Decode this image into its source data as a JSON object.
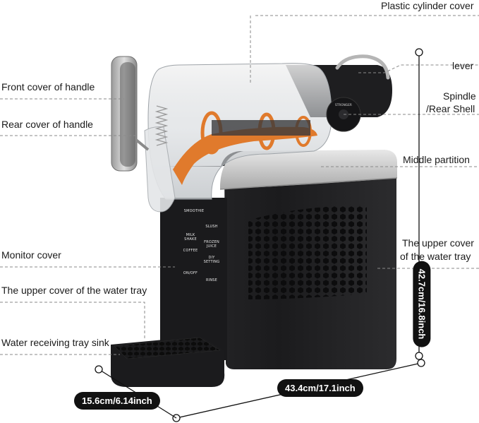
{
  "labels": {
    "plastic_cylinder_cover": "Plastic cylinder cover",
    "lever": "lever",
    "spindle_line1": "Spindle",
    "spindle_line2": "/Rear Shell",
    "front_cover_handle": "Front cover of handle",
    "rear_cover_handle": "Rear cover of handle",
    "middle_partition": "Middle partition",
    "monitor_cover": "Monitor cover",
    "upper_cover_water_tray_right_line1": "The upper cover",
    "upper_cover_water_tray_right_line2": "of the water tray",
    "upper_cover_water_tray_left": "The upper cover of the water tray",
    "water_receiving_tray_sink": "Water receiving tray sink"
  },
  "dimensions": {
    "height": "42.7cm/16.8inch",
    "width": "43.4cm/17.1inch",
    "depth": "15.6cm/6.14inch"
  },
  "control_panel": {
    "buttons": [
      [
        "SMOOTHIE",
        "SLUSH"
      ],
      [
        "MILK SHAKE",
        "FROZEN JUICE"
      ],
      [
        "COFFEE",
        "DIY SETTING"
      ],
      [
        "ON/OFF",
        "RINSE"
      ]
    ]
  },
  "knob_text": "STRONGER",
  "colors": {
    "body": "#1d1d1f",
    "top_panel": "#c8c8c8",
    "tray_orange": "#e07a2c",
    "leader_line": "#777777"
  }
}
